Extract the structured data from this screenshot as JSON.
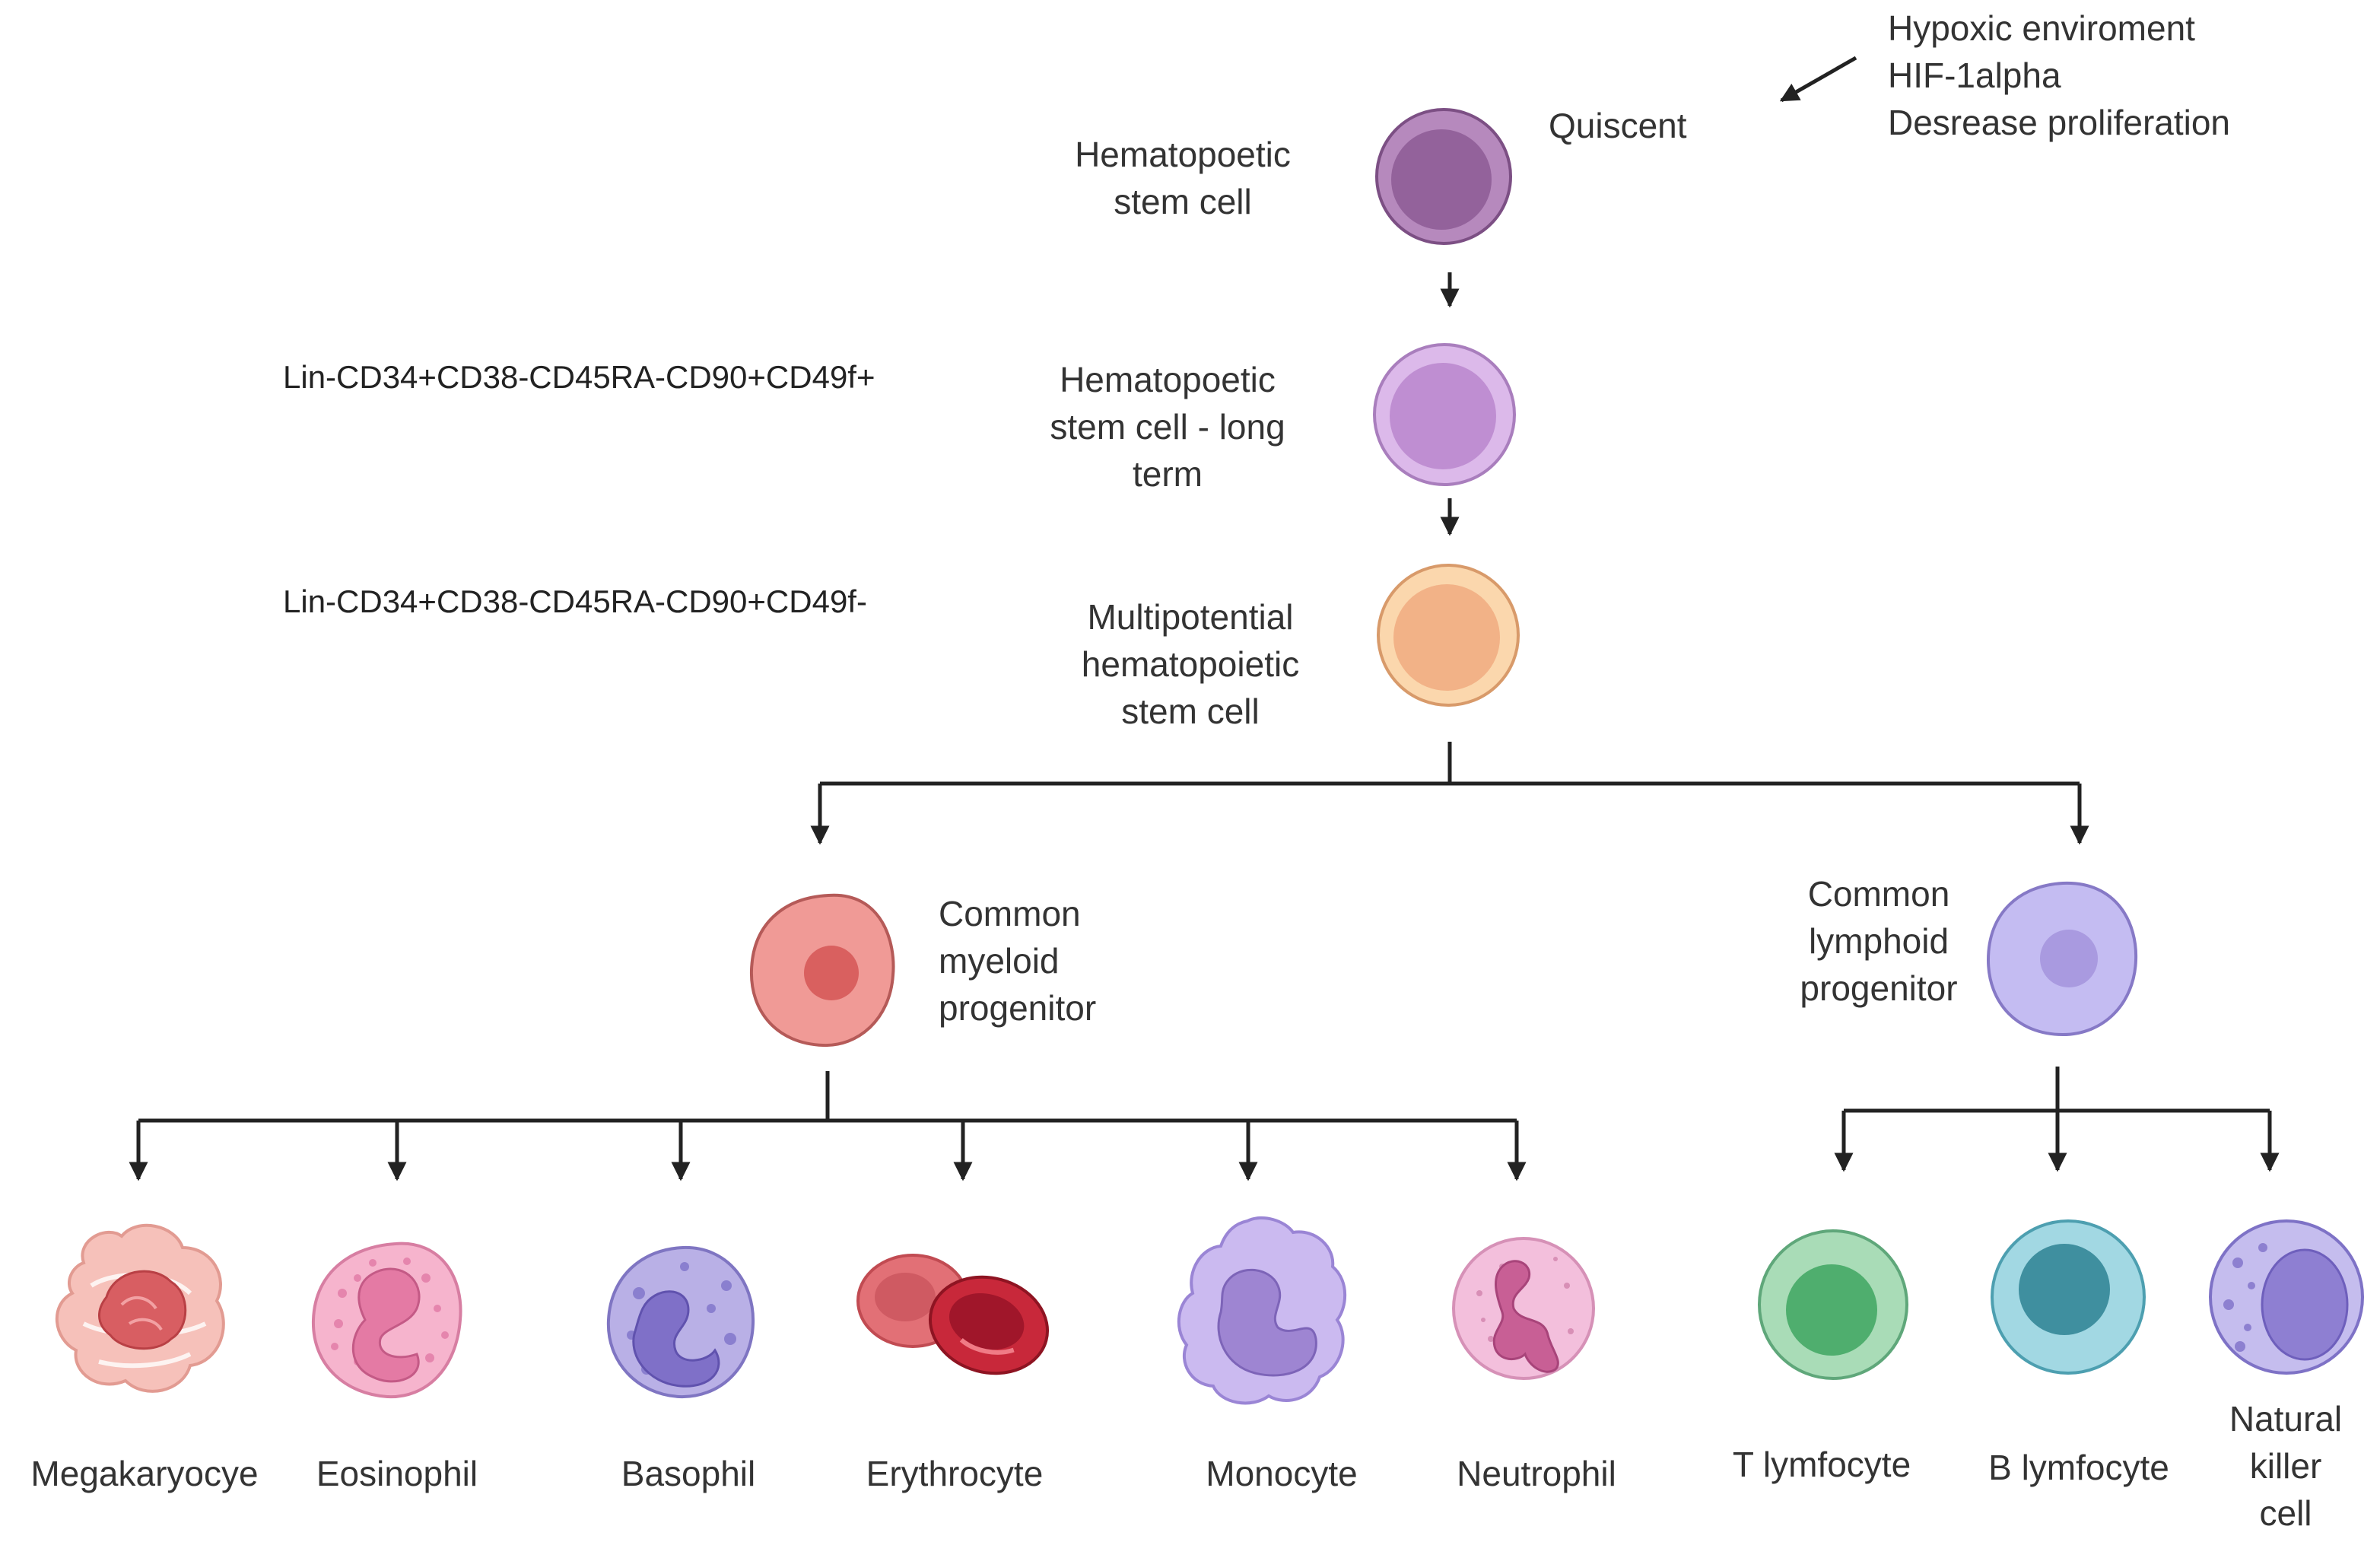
{
  "top_note": {
    "lines": [
      "Hypoxic enviroment",
      "HIF-1alpha",
      "Desrease proliferation"
    ]
  },
  "quiscent": "Quiscent",
  "hsc": {
    "label_lines": [
      "Hematopoetic",
      "stem cell"
    ]
  },
  "lt_hsc": {
    "label_lines": [
      "Hematopoetic",
      "stem cell - long",
      "term"
    ],
    "marker": "Lin-CD34+CD38-CD45RA-CD90+CD49f+"
  },
  "mpp": {
    "label_lines": [
      "Multipotential",
      "hematopoietic",
      "stem cell"
    ],
    "marker": "Lin-CD34+CD38-CD45RA-CD90+CD49f-"
  },
  "cmp": {
    "label_lines": [
      "Common",
      "myeloid",
      "progenitor"
    ]
  },
  "clp": {
    "label_lines": [
      "Common",
      "lymphoid",
      "progenitor"
    ]
  },
  "myeloid_cells": [
    "Megakaryocye",
    "Eosinophil",
    "Basophil",
    "Erythrocyte",
    "Monocyte",
    "Neutrophil"
  ],
  "lymphoid_cells": [
    "T lymfocyte",
    "B lymfocyte"
  ],
  "nk_cell_lines": [
    "Natural",
    "killer",
    "cell"
  ],
  "colors": {
    "arrow": "#222222",
    "hsc": "#9c6aa3",
    "lt_hsc": "#c89ad6",
    "mpp": "#f4b98a",
    "cmp": "#ee8a8a",
    "clp": "#b9aef0",
    "megakaryocyte": "#f0a6a0",
    "eosinophil": "#f3a3c0",
    "basophil": "#a9a0dc",
    "erythrocyte": "#c8283a",
    "monocyte": "#c2aee8",
    "neutrophil": "#f0b1d2",
    "t_cell": "#96d1a8",
    "b_cell": "#8fcfdc",
    "nk_cell": "#b2a9e2"
  }
}
